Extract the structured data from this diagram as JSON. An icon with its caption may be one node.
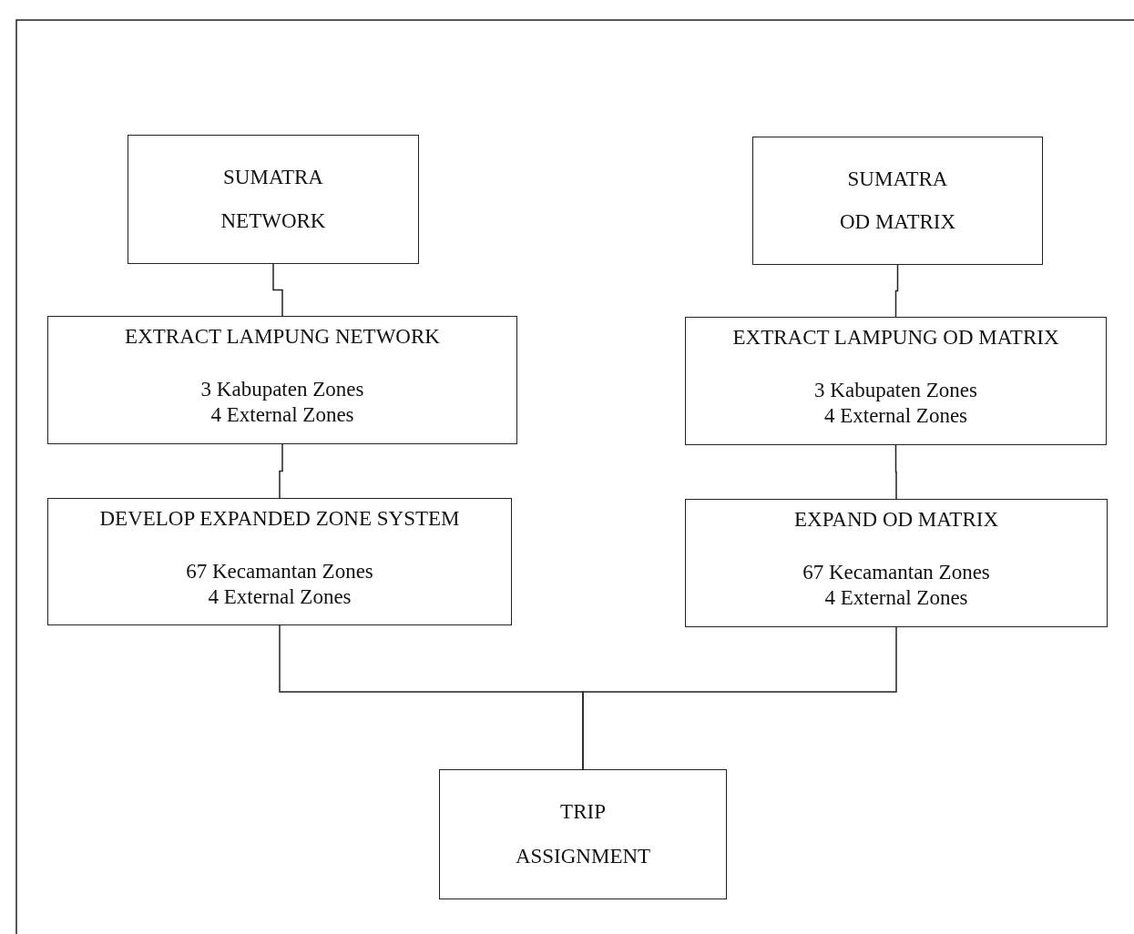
{
  "diagram": {
    "nodes": [
      {
        "text": [
          "SUMATRA",
          "NETWORK"
        ]
      },
      {
        "text": [
          "EXTRACT LAMPUNG NETWORK",
          "3 Kabupaten Zones",
          "4 External Zones"
        ]
      },
      {
        "text": [
          "DEVELOP EXPANDED ZONE SYSTEM",
          "67 Kecamantan Zones",
          "4 External Zones"
        ]
      },
      {
        "text": [
          "SUMATRA",
          "OD MATRIX"
        ]
      },
      {
        "text": [
          "EXTRACT LAMPUNG OD MATRIX",
          "3 Kabupaten Zones",
          "4 External Zones"
        ]
      },
      {
        "text": [
          "EXPAND OD MATRIX",
          "67 Kecamantan Zones",
          "4 External Zones"
        ]
      },
      {
        "text": [
          "TRIP",
          "ASSIGNMENT"
        ]
      }
    ],
    "edges": [
      {
        "from": 0,
        "to": 1,
        "arrow": "none"
      },
      {
        "from": 1,
        "to": 2,
        "arrow": "none"
      },
      {
        "from": 3,
        "to": 4,
        "arrow": "none"
      },
      {
        "from": 4,
        "to": 5,
        "arrow": "none"
      },
      {
        "from": 2,
        "to": 6,
        "arrow": "none"
      },
      {
        "from": 5,
        "to": 6,
        "arrow": "none"
      }
    ]
  }
}
